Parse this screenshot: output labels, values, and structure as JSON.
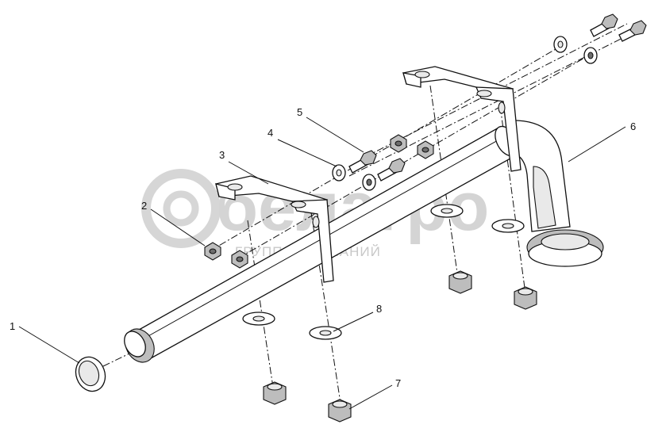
{
  "watermark": {
    "brand": "белагро",
    "tagline": "ГРУППА КОМПАНИЙ"
  },
  "callouts": [
    {
      "id": "1",
      "label": "1"
    },
    {
      "id": "2",
      "label": "2"
    },
    {
      "id": "3",
      "label": "3"
    },
    {
      "id": "4",
      "label": "4"
    },
    {
      "id": "5",
      "label": "5"
    },
    {
      "id": "6",
      "label": "6"
    },
    {
      "id": "7",
      "label": "7"
    },
    {
      "id": "8",
      "label": "8"
    }
  ],
  "colors": {
    "line": "#111111",
    "watermark": "#d4d4d4",
    "shade": "#bdbdbd"
  }
}
